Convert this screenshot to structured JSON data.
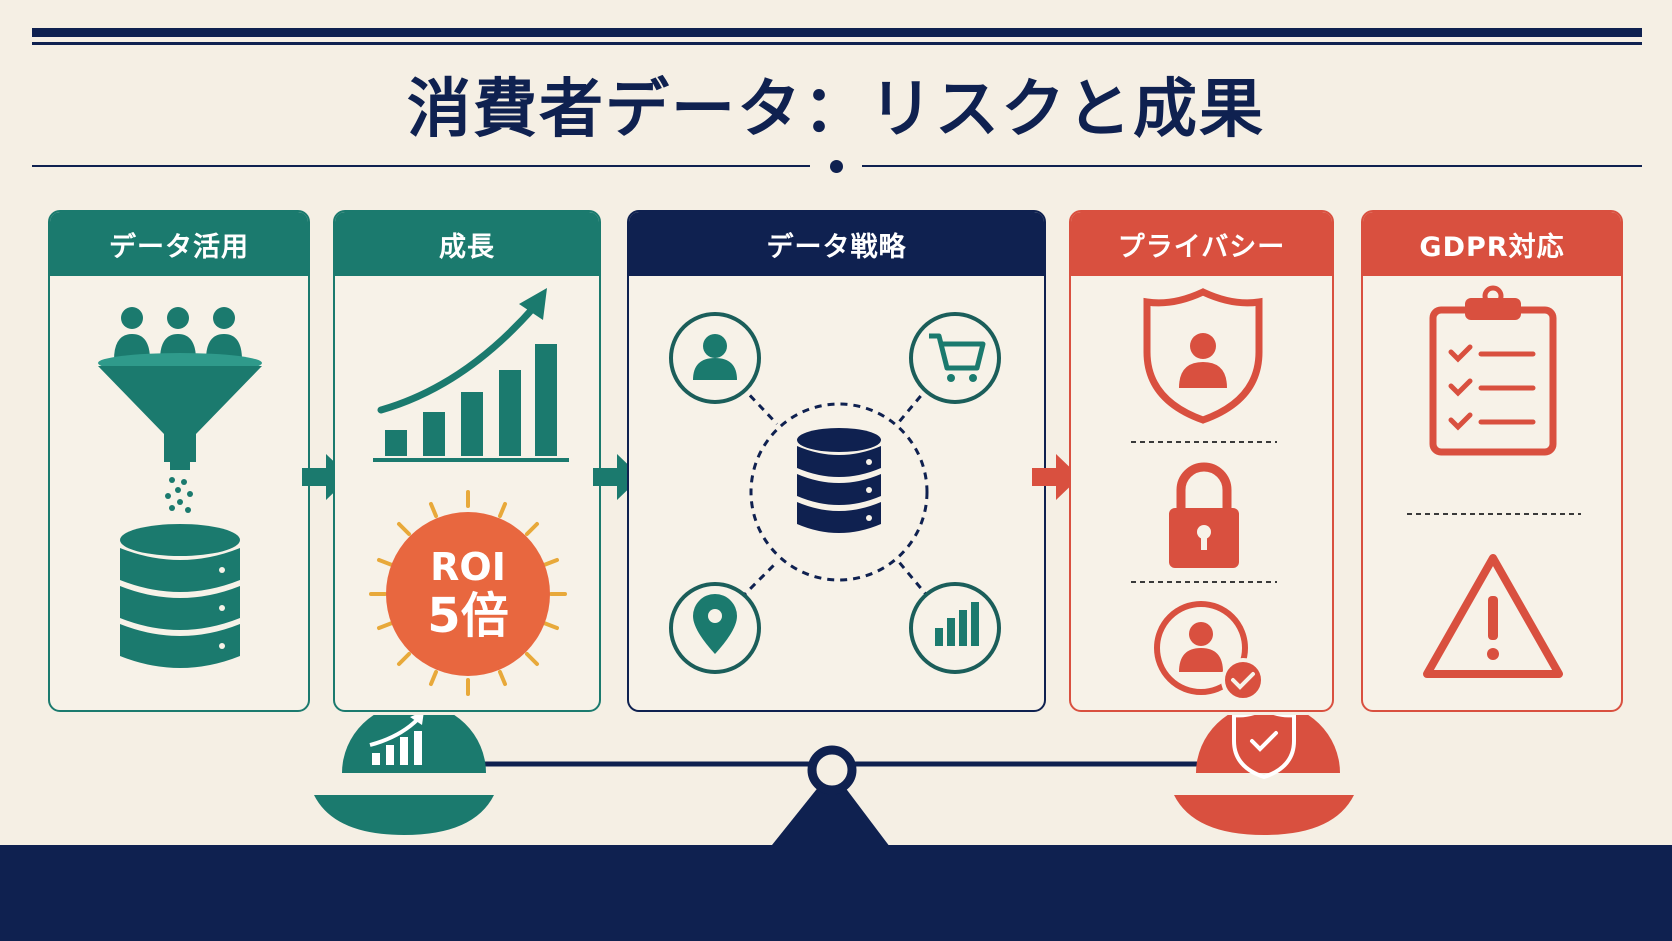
{
  "title": "消費者データ：リスクと成果",
  "colors": {
    "navy": "#0f2150",
    "teal": "#1b7a6e",
    "red": "#d9503f",
    "orange": "#e8673f",
    "gold": "#e8a93a",
    "background": "#f5efe4"
  },
  "panels": [
    {
      "label": "データ活用",
      "theme": "teal",
      "icons": [
        "people-icon",
        "funnel-icon",
        "database-icon"
      ]
    },
    {
      "label": "成長",
      "theme": "teal",
      "icons": [
        "growth-chart-icon",
        "roi-sun-badge"
      ]
    },
    {
      "label": "データ戦略",
      "theme": "navy",
      "icons": [
        "user-icon",
        "cart-icon",
        "location-pin-icon",
        "bar-chart-icon",
        "database-icon"
      ]
    },
    {
      "label": "プライバシー",
      "theme": "red",
      "icons": [
        "shield-user-icon",
        "lock-icon",
        "verified-user-icon"
      ]
    },
    {
      "label": "GDPR対応",
      "theme": "red",
      "icons": [
        "checklist-clipboard-icon",
        "warning-icon"
      ]
    }
  ],
  "roi_badge": {
    "line1": "ROI",
    "line2": "5倍"
  },
  "balance": {
    "left_icon": "growth-chart-icon",
    "right_icon": "shield-check-icon"
  }
}
